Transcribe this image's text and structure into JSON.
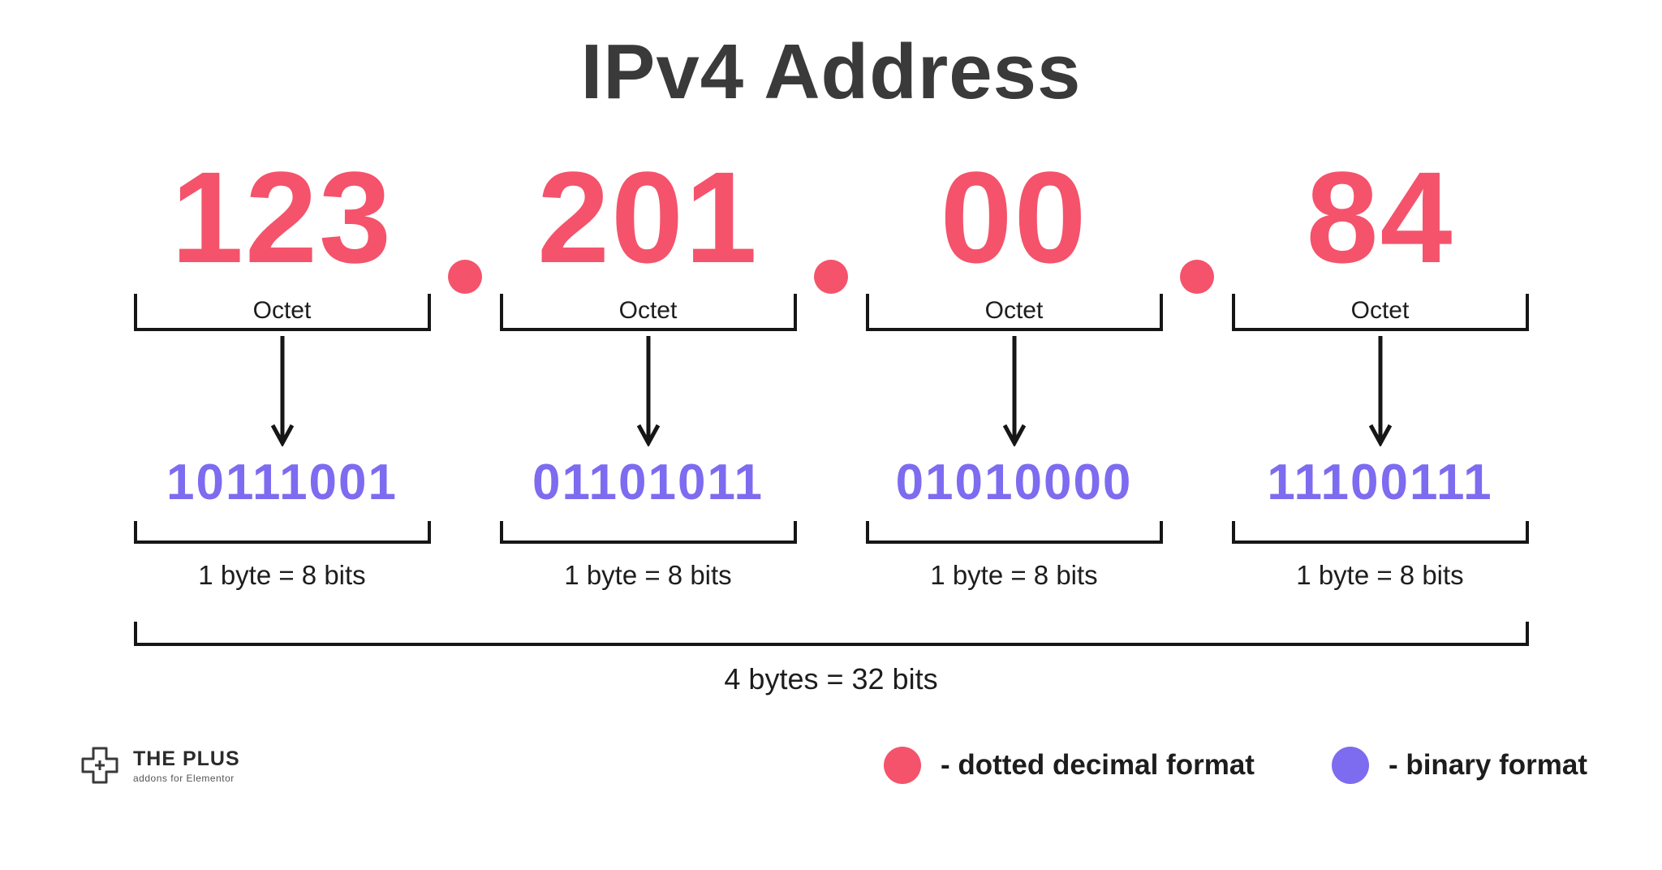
{
  "title": "IPv4 Address",
  "separator_dot": "",
  "colors": {
    "decimal": "#f4536b",
    "binary": "#7d6bf0",
    "line": "#161616",
    "text": "#1d1d1d"
  },
  "octets": [
    {
      "decimal": "123",
      "label": "Octet",
      "binary": "10111001",
      "byte_label": "1 byte = 8 bits"
    },
    {
      "decimal": "201",
      "label": "Octet",
      "binary": "01101011",
      "byte_label": "1 byte = 8 bits"
    },
    {
      "decimal": "00",
      "label": "Octet",
      "binary": "01010000",
      "byte_label": "1 byte = 8 bits"
    },
    {
      "decimal": "84",
      "label": "Octet",
      "binary": "11100111",
      "byte_label": "1 byte = 8 bits"
    }
  ],
  "total_label": "4 bytes = 32 bits",
  "legend": [
    {
      "color": "#f4536b",
      "label": "- dotted decimal format"
    },
    {
      "color": "#7d6bf0",
      "label": "- binary format"
    }
  ],
  "logo": {
    "title": "THE PLUS",
    "subtitle": "addons for Elementor"
  }
}
